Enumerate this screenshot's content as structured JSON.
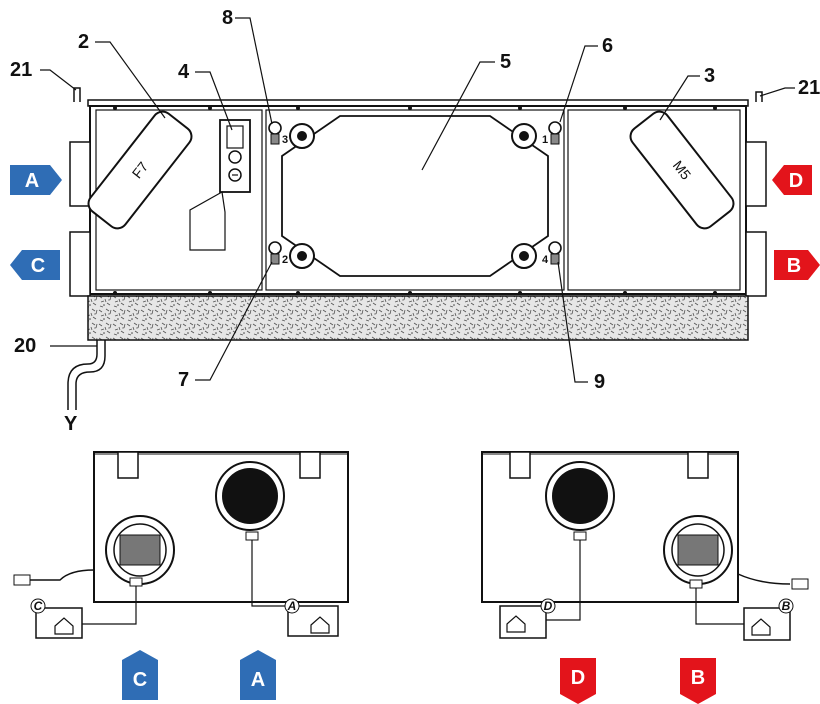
{
  "callouts": {
    "n2": "2",
    "n3": "3",
    "n4": "4",
    "n5": "5",
    "n6": "6",
    "n7": "7",
    "n8": "8",
    "n9": "9",
    "n20": "20",
    "n21_left": "21",
    "n21_right": "21",
    "y": "Y"
  },
  "filters": {
    "left": "F7",
    "right": "M5"
  },
  "ports_small": {
    "p1": "1",
    "p2": "2",
    "p3": "3",
    "p4": "4"
  },
  "airflow": {
    "A": {
      "label": "A",
      "color": "#2f6db5"
    },
    "B": {
      "label": "B",
      "color": "#e3141b"
    },
    "C": {
      "label": "C",
      "color": "#2f6db5"
    },
    "D": {
      "label": "D",
      "color": "#e3141b"
    }
  },
  "end_views": {
    "left": {
      "marks": [
        "C",
        "A"
      ]
    },
    "right": {
      "marks": [
        "D",
        "B"
      ]
    }
  }
}
